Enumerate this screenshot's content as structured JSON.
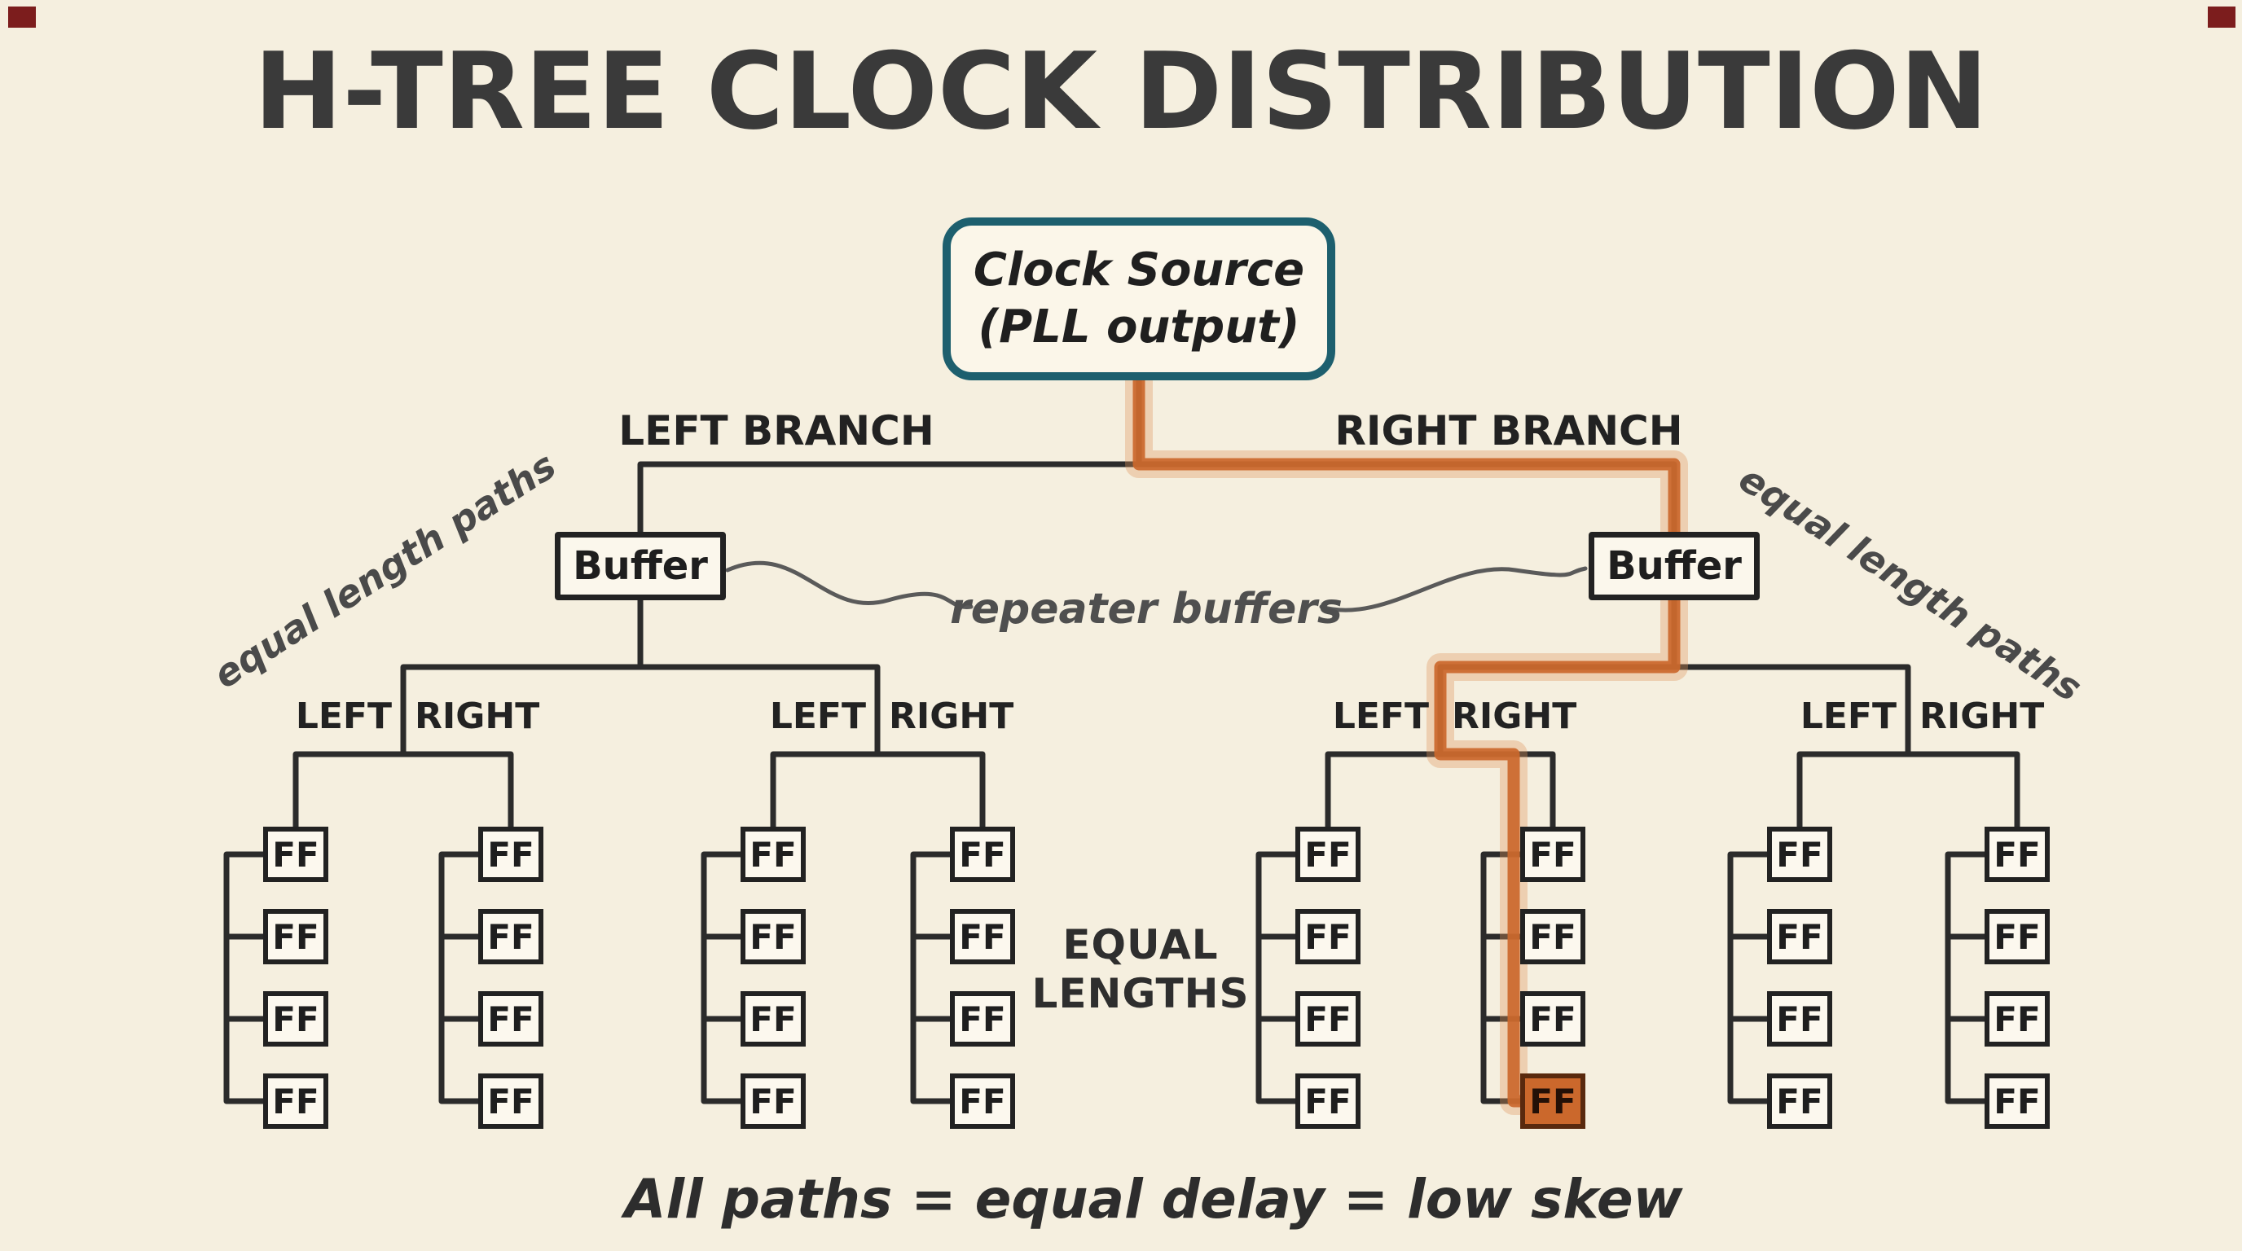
{
  "title": "H-TREE CLOCK DISTRIBUTION",
  "clock_source": {
    "line1": "Clock Source",
    "line2": "(PLL output)"
  },
  "branches": {
    "left": "LEFT BRANCH",
    "right": "RIGHT BRANCH"
  },
  "buffers": {
    "label": "Buffer",
    "annotation": "repeater buffers"
  },
  "side_notes": {
    "left": "equal length paths",
    "right": "equal length paths"
  },
  "sublabels": {
    "left": "LEFT",
    "right": "RIGHT"
  },
  "ff_label": "FF",
  "center_note": {
    "line1": "EQUAL",
    "line2": "LENGTHS"
  },
  "caption": "All paths = equal delay = low skew",
  "diagram": {
    "type": "h-tree clock distribution",
    "ff_columns": 8,
    "ff_rows_per_column": 4,
    "highlighted_path": "Clock Source → right branch → right Buffer → left sub-branch → RIGHT leaf column → bottom FF",
    "highlighted_ff": {
      "column_index": 6,
      "row_index": 4
    }
  },
  "colors": {
    "background": "#f5efdf",
    "line": "#2b2b2b",
    "highlight": "#cb682c",
    "highlight_glow": "#e0945c",
    "clock_border": "#1d5f6e",
    "corner_marks": "#7c1d1d"
  }
}
